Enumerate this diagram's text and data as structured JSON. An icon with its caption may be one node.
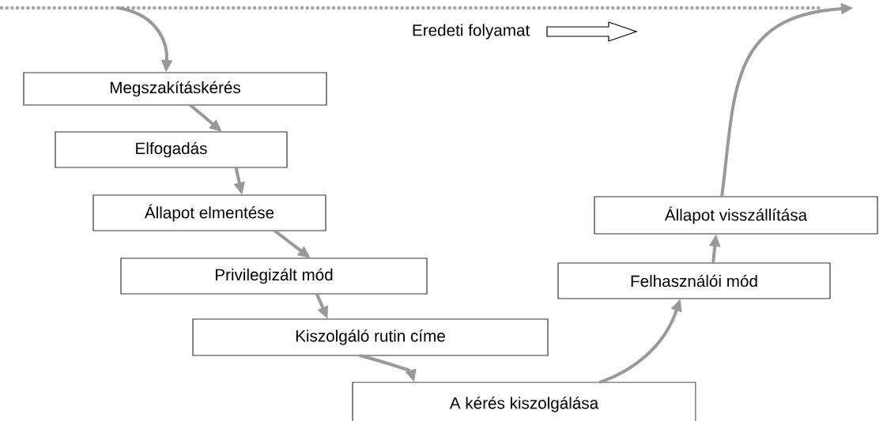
{
  "diagram": {
    "nodes": [
      {
        "text": [
          "Megszakításkérés"
        ]
      },
      {
        "text": [
          "Elfogadás"
        ]
      },
      {
        "text": [
          "Állapot elmentése"
        ]
      },
      {
        "text": [
          "Privilegizált mód"
        ]
      },
      {
        "text": [
          "Kiszolgáló rutin címe"
        ]
      },
      {
        "text": [
          "A kérés kiszolgálása"
        ]
      },
      {
        "text": [
          "Felhasználói mód"
        ]
      },
      {
        "text": [
          "Állapot visszállítása"
        ]
      }
    ],
    "edges": [
      {
        "from": null,
        "to": 0,
        "arrow": "to"
      },
      {
        "from": 0,
        "to": 1,
        "arrow": "to"
      },
      {
        "from": 1,
        "to": 2,
        "arrow": "to"
      },
      {
        "from": 2,
        "to": 3,
        "arrow": "to"
      },
      {
        "from": 3,
        "to": 4,
        "arrow": "to"
      },
      {
        "from": 4,
        "to": 5,
        "arrow": "to"
      },
      {
        "from": 5,
        "to": 6,
        "arrow": "to"
      },
      {
        "from": 6,
        "to": 7,
        "arrow": "to"
      },
      {
        "from": 7,
        "to": null,
        "arrow": "to"
      }
    ],
    "labels": [
      "Eredeti folyamat"
    ]
  }
}
